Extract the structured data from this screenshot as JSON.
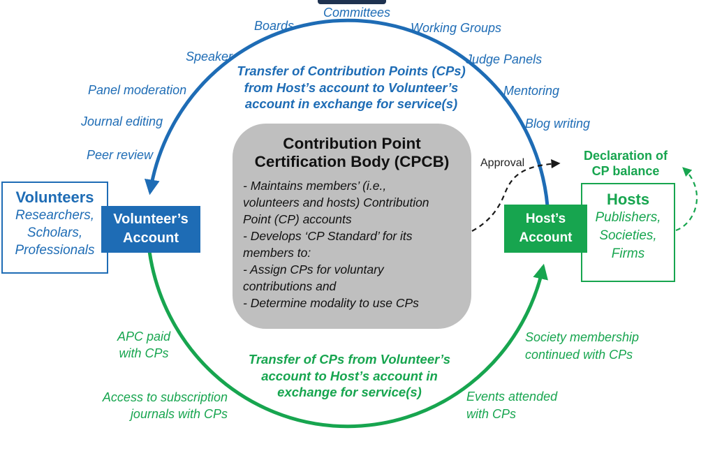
{
  "colors": {
    "blue": "#1E6CB5",
    "green": "#17A54F",
    "gray_box": "#BFBFBF",
    "ink": "#1A1A1A"
  },
  "cpcb_box": {
    "title": "Contribution Point\nCertification Body (CPCB)",
    "body": "- Maintains members’ (i.e.,\nvolunteers and hosts) Contribution\nPoint (CP) accounts\n- Develops ‘CP Standard’ for its\nmembers to:\n- Assign CPs for voluntary\ncontributions and\n- Determine modality to use CPs"
  },
  "volunteers_box": {
    "title": "Volunteers",
    "subtitle": "Researchers,\nScholars,\nProfessionals"
  },
  "volunteer_account_box": {
    "label": "Volunteer’s\nAccount"
  },
  "hosts_box": {
    "title": "Hosts",
    "subtitle": "Publishers,\nSocieties,\nFirms"
  },
  "host_account_box": {
    "label": "Host’s\nAccount"
  },
  "blue_flow_text": "Transfer of Contribution Points (CPs)\nfrom Host’s account to Volunteer’s\naccount in exchange for service(s)",
  "green_flow_text": "Transfer of CPs from Volunteer’s\naccount to Host’s account in\nexchange for service(s)",
  "volunteer_services": {
    "committees": "Committees",
    "boards": "Boards",
    "working_groups": "Working Groups",
    "speaker": "Speaker",
    "judge_panels": "Judge Panels",
    "panel_moderation": "Panel moderation",
    "mentoring": "Mentoring",
    "journal_editing": "Journal editing",
    "blog_writing": "Blog writing",
    "peer_review": "Peer review"
  },
  "cp_uses": {
    "apc": "APC paid\nwith CPs",
    "subscription": "Access to subscription\njournals with CPs",
    "society": "Society membership\ncontinued with CPs",
    "events": "Events attended\nwith CPs"
  },
  "approval_label": "Approval",
  "declaration_label": "Declaration of\nCP balance"
}
